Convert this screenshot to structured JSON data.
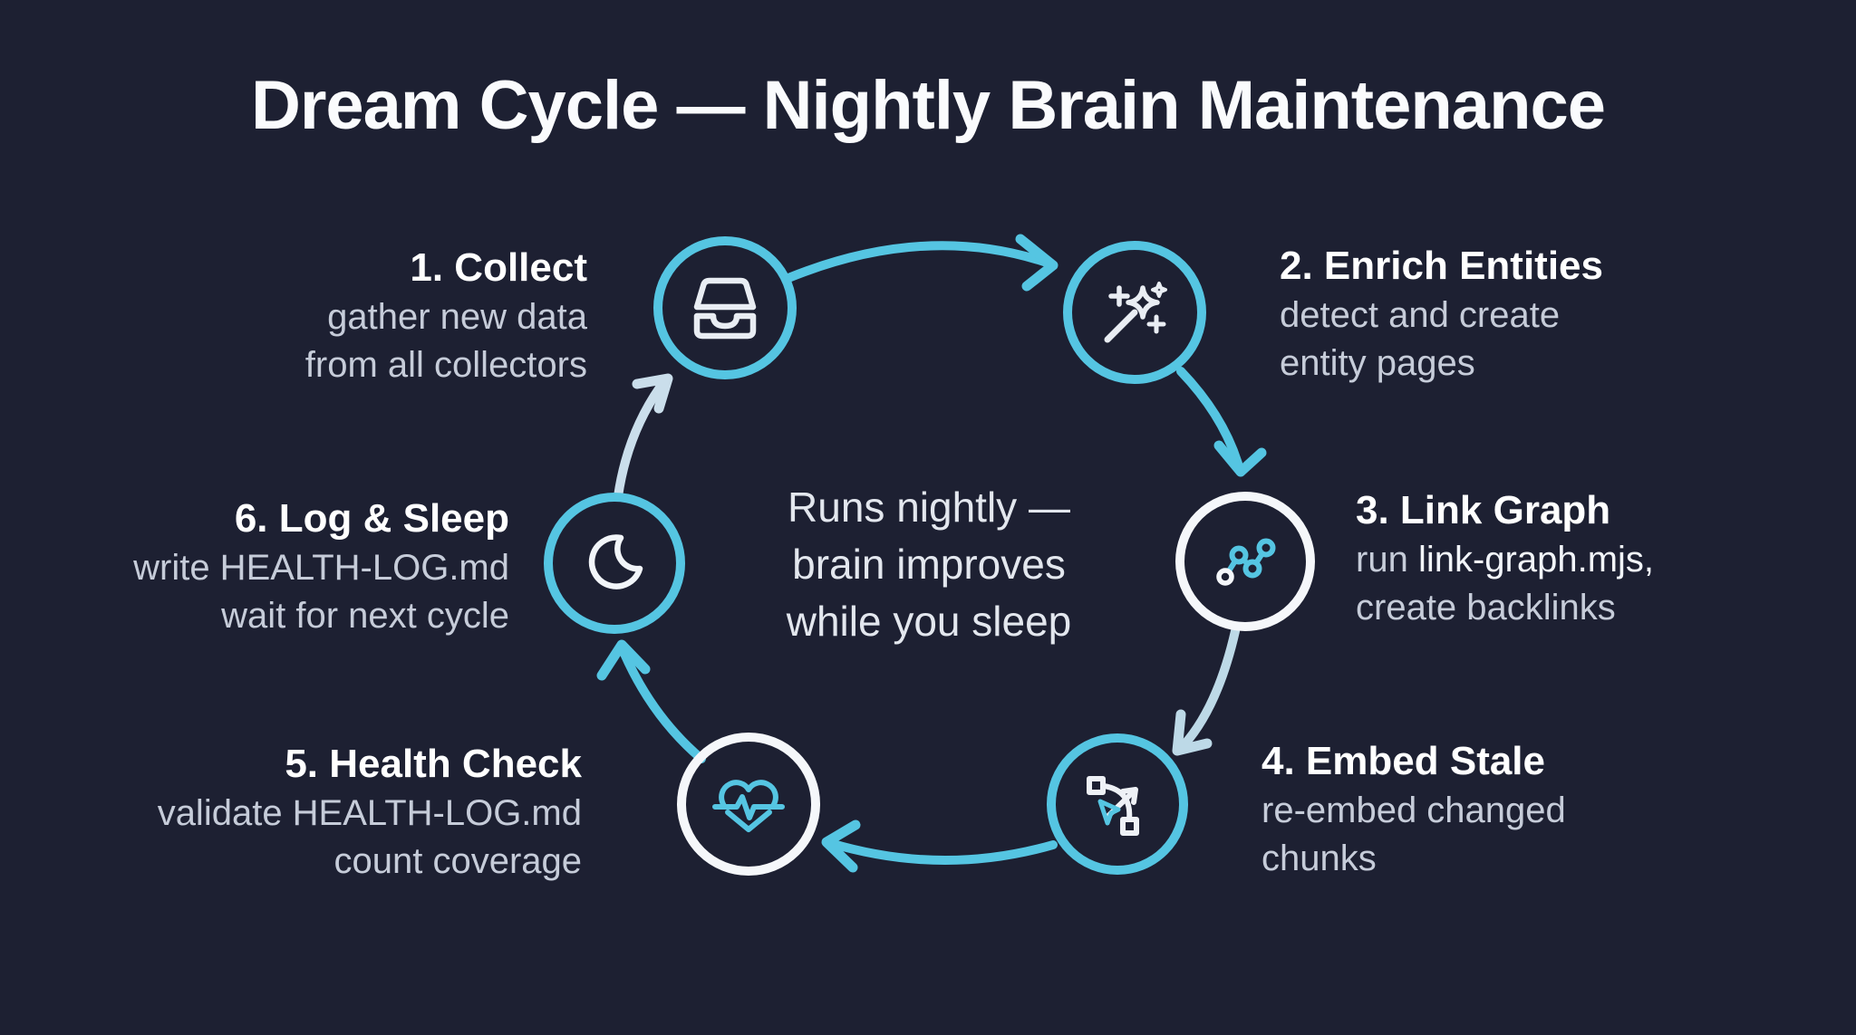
{
  "title": "Dream Cycle — Nightly Brain Maintenance",
  "center_caption": {
    "lines": [
      "Runs nightly —",
      "brain improves",
      "while you sleep"
    ]
  },
  "steps": [
    {
      "title": "1. Collect",
      "desc_line1": "gather new data",
      "desc_line2": "from all collectors",
      "icon": "inbox-icon",
      "circle_color": "#55c5e2"
    },
    {
      "title": "2. Enrich Entities",
      "desc_line1": "detect and create",
      "desc_line2": "entity pages",
      "icon": "magic-wand-icon",
      "circle_color": "#55c5e2"
    },
    {
      "title": "3. Link Graph",
      "desc_line1": {
        "prefix": "run ",
        "code": "link-graph.mjs,"
      },
      "desc_line2": "create backlinks",
      "icon": "node-graph-icon",
      "circle_color": "#f5f7fa"
    },
    {
      "title": "4. Embed Stale",
      "desc_line1": "re-embed changed",
      "desc_line2": "chunks",
      "icon": "vector-pen-icon",
      "circle_color": "#55c5e2"
    },
    {
      "title": "5. Health Check",
      "desc_line1": "validate HEALTH-LOG.md",
      "desc_line2": "count coverage",
      "icon": "heart-pulse-icon",
      "circle_color": "#f5f7fa"
    },
    {
      "title": "6. Log & Sleep",
      "desc_line1": "write HEALTH-LOG.md",
      "desc_line2": "wait for next cycle",
      "icon": "crescent-moon-icon",
      "circle_color": "#55c5e2"
    }
  ],
  "colors": {
    "background": "#1d2032",
    "accent_cyan": "#55c5e2",
    "pale_arrow": "#bdd9e7",
    "white_circle": "#f5f7fa",
    "heading_text": "#ffffff",
    "body_text": "#c6ccd9",
    "center_text": "#e3e7ee"
  }
}
